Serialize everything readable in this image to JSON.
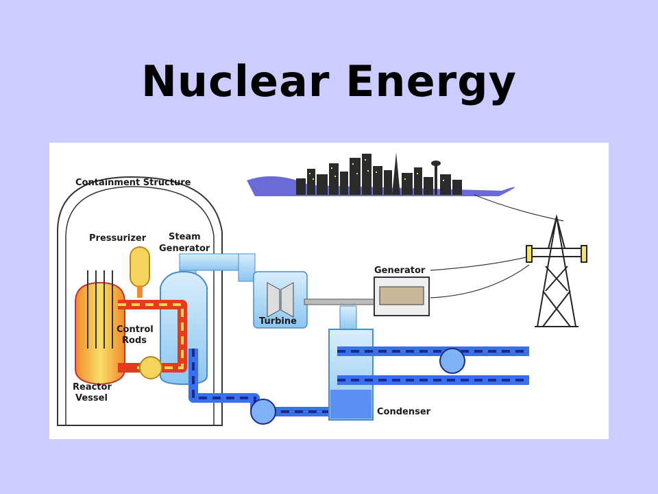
{
  "title": "Nuclear Energy",
  "diagram": {
    "labels": {
      "containment": "Containment Structure",
      "pressurizer": "Pressurizer",
      "steam_generator_1": "Steam",
      "steam_generator_2": "Generator",
      "generator": "Generator",
      "turbine": "Turbine",
      "control_rods_1": "Control",
      "control_rods_2": "Rods",
      "reactor_vessel_1": "Reactor",
      "reactor_vessel_2": "Vessel",
      "condenser": "Condenser"
    },
    "colors": {
      "background": "#ccccff",
      "hot_loop": "#e23b1d",
      "water": "#3a6ff0",
      "steam": "#a9d6f5",
      "reactor_core": "#f5d45c"
    }
  }
}
